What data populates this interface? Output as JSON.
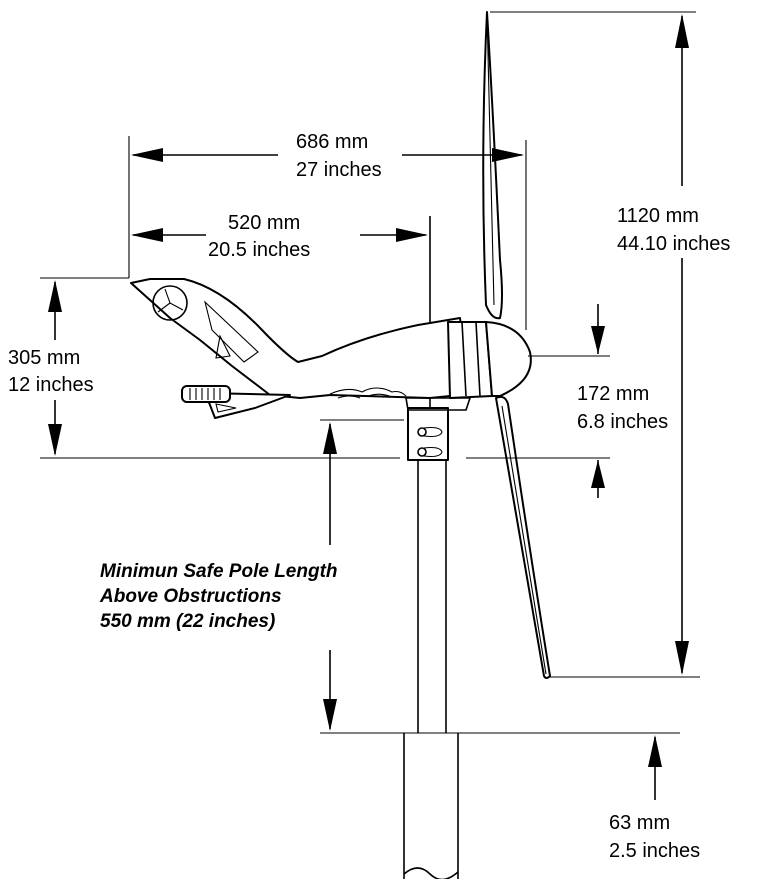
{
  "dimensions": {
    "tail_to_blade": {
      "mm": "686 mm",
      "inches": "27 inches"
    },
    "tail_to_pole": {
      "mm": "520 mm",
      "inches": "20.5 inches"
    },
    "tail_height": {
      "mm": "305 mm",
      "inches": "12 inches"
    },
    "hub_height": {
      "mm": "172 mm",
      "inches": "6.8 inches"
    },
    "rotor_diameter": {
      "mm": "1120 mm",
      "inches": "44.10 inches"
    },
    "blade_clearance": {
      "mm": "63 mm",
      "inches": "2.5 inches"
    }
  },
  "note": {
    "line1": "Minimun Safe Pole Length",
    "line2": "Above Obstructions",
    "line3": "550 mm (22 inches)"
  }
}
